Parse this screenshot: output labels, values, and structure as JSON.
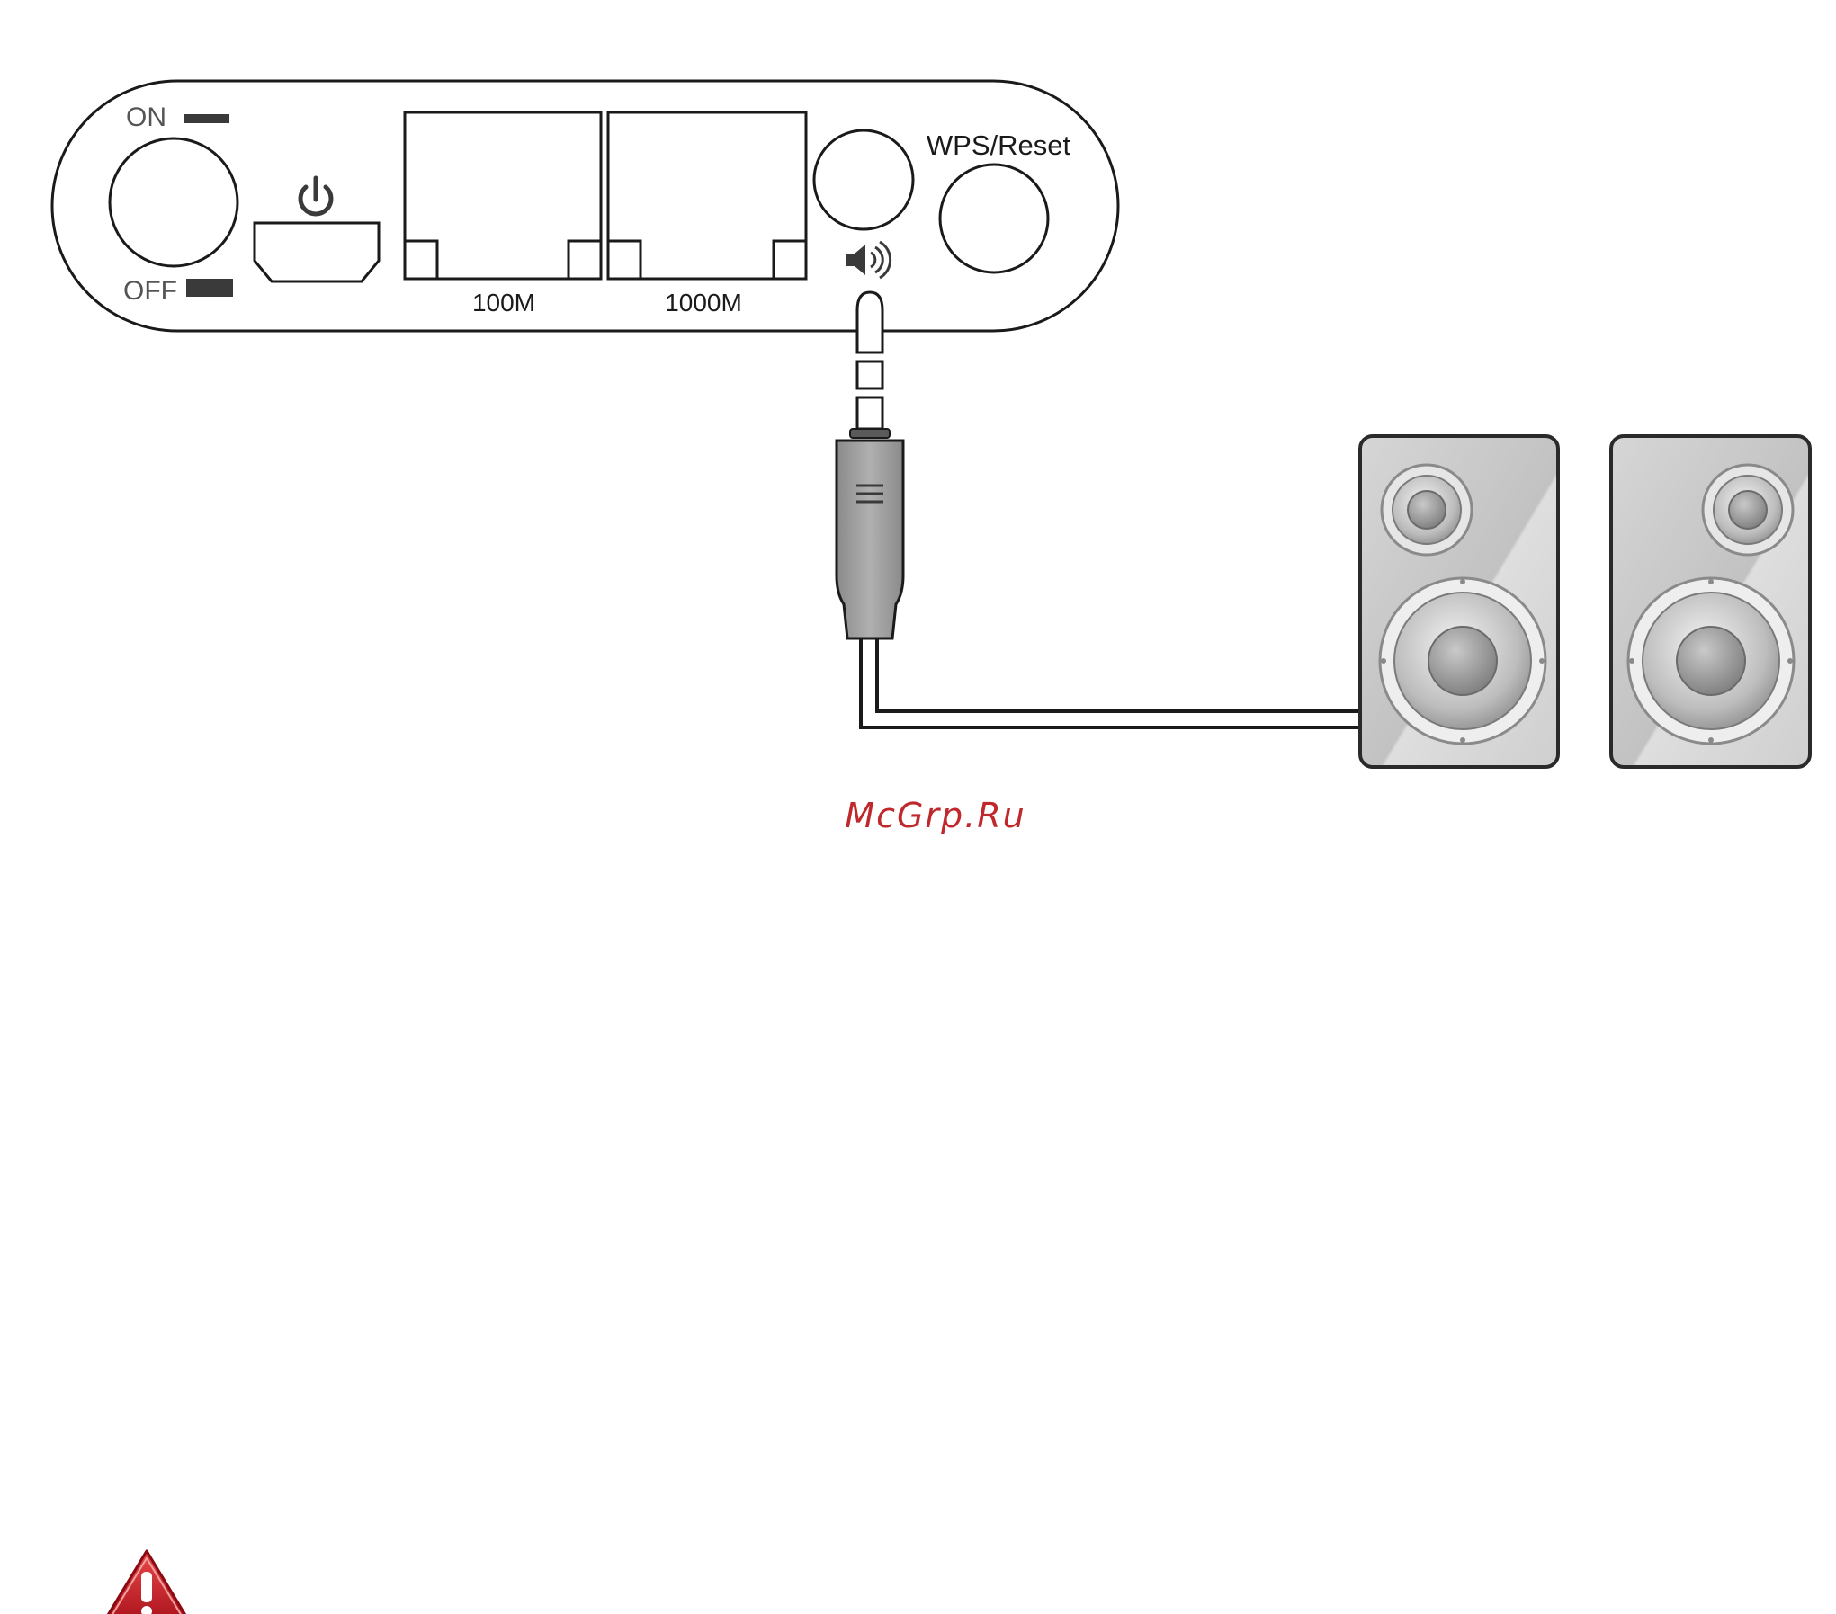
{
  "device_panel": {
    "switch_on_label": "ON",
    "switch_off_label": "OFF",
    "wps_reset_label": "WPS/Reset",
    "port_100m_label": "100M",
    "port_1000m_label": "1000M"
  },
  "icons": {
    "power": "power-icon",
    "audio": "speaker-volume-icon",
    "warning": "warning-icon",
    "speakers": "speaker-icon"
  },
  "watermark": {
    "text": "McGrp.Ru"
  },
  "colors": {
    "outline": "#1a1a1a",
    "watermark": "#c0282c",
    "warning_red": "#c0181c",
    "speaker_gray": "#b8b8b8",
    "plug_gray": "#9a9a9a"
  }
}
